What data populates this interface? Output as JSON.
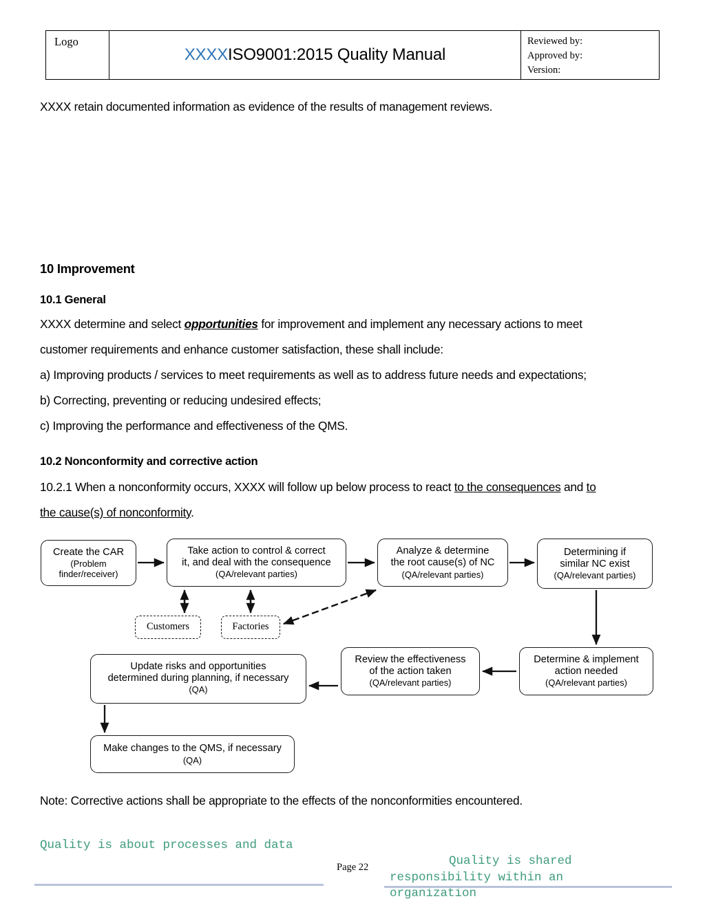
{
  "header": {
    "logo_label": "Logo",
    "title_brand": "XXXX",
    "title_rest": " ISO9001:2015 Quality Manual",
    "meta": {
      "reviewed_by": "Reviewed by:",
      "approved_by": "Approved by:",
      "version": "Version:"
    }
  },
  "body": {
    "lead": "XXXX retain documented information as evidence of the results of management reviews.",
    "heading_10": "10 Improvement",
    "heading_10_1": "10.1 General",
    "para_determine_pre": "XXXX determine and select ",
    "para_determine_em": "opportunities",
    "para_determine_post": " for improvement and implement any necessary actions to meet",
    "para_customer": "customer requirements and enhance customer satisfaction, these shall include:",
    "item_a": "a) Improving products / services to meet requirements as well as to address future needs and expectations;",
    "item_b": "b) Correcting, preventing or reducing undesired effects;",
    "item_c": "c) Improving the performance and effectiveness of the QMS.",
    "heading_10_2": "10.2 Nonconformity and corrective action",
    "para_1021_pre": "10.2.1 When a nonconformity occurs, XXXX will follow up below process to react ",
    "para_1021_u1": "to the consequences",
    "para_1021_mid": " and ",
    "para_1021_u2": "to",
    "para_cause_u": "the cause(s) of nonconformity",
    "para_cause_post": ".",
    "note": "Note: Corrective actions shall be appropriate to the effects of the nonconformities encountered."
  },
  "flowchart": {
    "nodes": {
      "create_car": {
        "line1": "Create the CAR",
        "line2": "(Problem",
        "line3": "finder/receiver)"
      },
      "take_action": {
        "line1": "Take action to control & correct",
        "line2": "it, and deal with the consequence",
        "line3": "(QA/relevant parties)"
      },
      "analyze": {
        "line1": "Analyze & determine",
        "line2": "the root cause(s) of NC",
        "line3": "(QA/relevant parties)"
      },
      "similar_nc": {
        "line1": "Determining if",
        "line2": "similar NC exist",
        "line3": "(QA/relevant parties)"
      },
      "customers": {
        "label": "Customers"
      },
      "factories": {
        "label": "Factories"
      },
      "determine_implement": {
        "line1": "Determine & implement",
        "line2": "action needed",
        "line3": "(QA/relevant parties)"
      },
      "review_effectiveness": {
        "line1": "Review the effectiveness",
        "line2": "of the action taken",
        "line3": "(QA/relevant parties)"
      },
      "update_risks": {
        "line1": "Update risks and opportunities",
        "line2": "determined during planning, if necessary",
        "line3": "(QA)"
      },
      "make_changes": {
        "line1": "Make changes to the QMS, if necessary",
        "line2": "(QA)"
      }
    }
  },
  "footer": {
    "quote_left": "Quality is about processes and data",
    "quote_right_line1": "Quality is shared",
    "quote_right_line2": "responsibility within an",
    "quote_right_line3": "organization",
    "page_number": "Page 22",
    "quote_color": "#3f9c7c",
    "rule_color": "#b8c3d9"
  }
}
